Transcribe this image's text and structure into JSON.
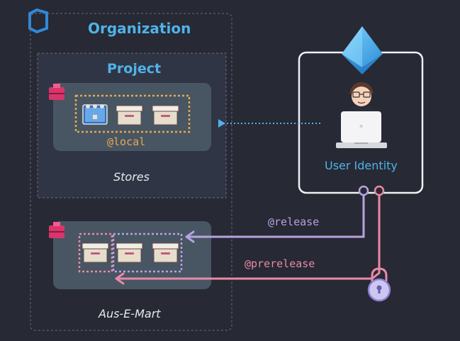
{
  "labels": {
    "organization": "Organization",
    "project": "Project",
    "local": "@local",
    "stores": "Stores",
    "user_identity": "User Identity",
    "release": "@release",
    "prerelease": "@prerelease",
    "aus_e_mart": "Aus-E-Mart"
  },
  "colors": {
    "background": "#272935",
    "heading": "#4fb3e8",
    "local_view": "#e7a94f",
    "release_view": "#b8a3e0",
    "prerelease_view": "#e88aa6"
  },
  "icons": [
    "azure-devops-icon",
    "azure-ad-icon",
    "user-icon",
    "laptop-icon",
    "feed-icon",
    "package-icon",
    "lock-icon"
  ]
}
